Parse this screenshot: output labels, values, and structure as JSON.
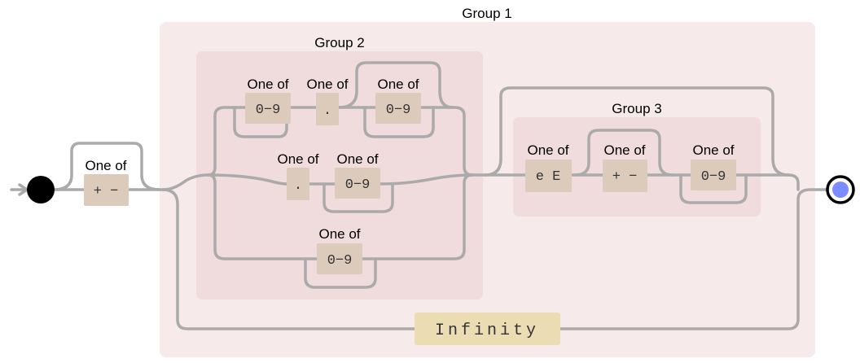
{
  "groups": {
    "group1": "Group 1",
    "group2": "Group 2",
    "group3": "Group 3"
  },
  "one_of": "One of",
  "sign": "+ −",
  "digits": "0−9",
  "dot": ".",
  "exponent": "e E",
  "infinity": "Infinity",
  "colors": {
    "group1_bg": "#f6eaea",
    "group2_bg": "#f0dcdc",
    "group3_bg": "#f0dcdc",
    "charclass_box": "#dccabb",
    "literal_box": "#ecdcb4",
    "track": "#aaaaaa",
    "start_node": "#000000",
    "end_node_fill": "#7b8cff"
  }
}
